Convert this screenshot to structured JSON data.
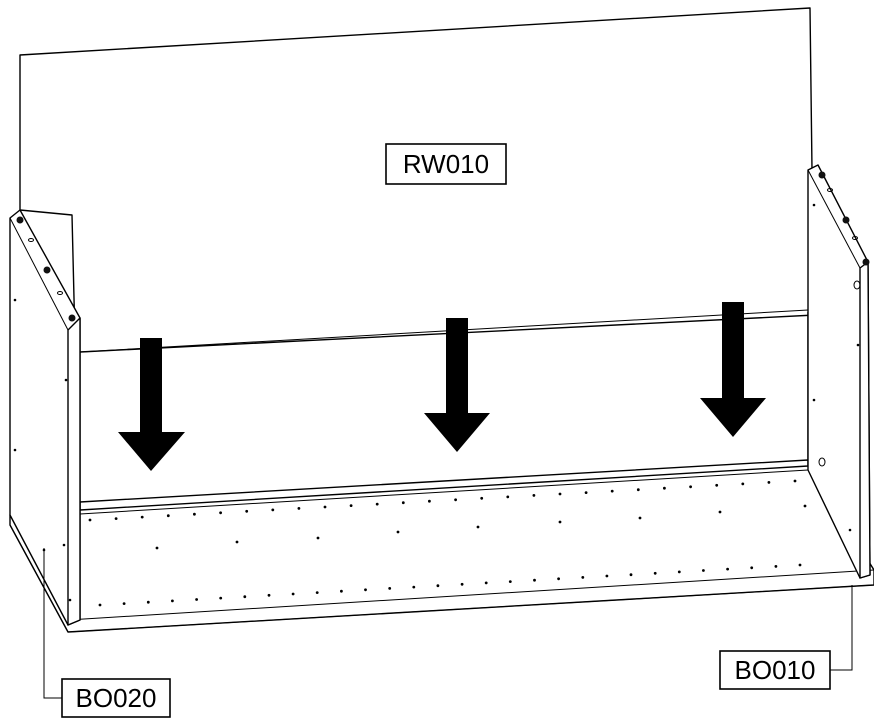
{
  "labels": {
    "back_panel": "RW010",
    "right_side": "BO010",
    "left_side": "BO020"
  },
  "arrows": {
    "count": 3,
    "direction": "down",
    "color": "#000000"
  },
  "colors": {
    "line": "#000000",
    "background": "#ffffff"
  }
}
